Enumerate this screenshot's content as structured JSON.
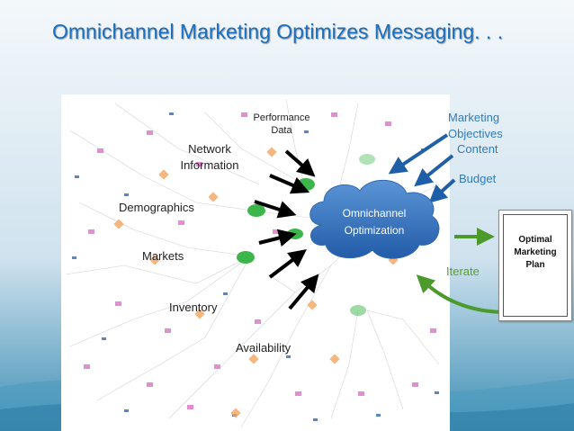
{
  "slide": {
    "title": "Omnichannel Marketing Optimizes Messaging. . ."
  },
  "inputs": {
    "performance_data": [
      "Performance",
      "Data"
    ],
    "network_information": [
      "Network",
      "Information"
    ],
    "demographics": "Demographics",
    "markets": "Markets",
    "inventory": "Inventory",
    "availability": "Availability"
  },
  "cloud": {
    "label": [
      "Omnichannel",
      "Optimization"
    ]
  },
  "external_inputs": {
    "marketing_objectives": [
      "Marketing",
      "Objectives"
    ],
    "content": "Content",
    "budget": "Budget"
  },
  "output": {
    "plan_label": [
      "Optimal",
      "Marketing",
      "Plan"
    ],
    "iterate_label": "Iterate"
  },
  "colors": {
    "title": "#1a6fbf",
    "cloud": "#2c6fbf",
    "blue_arrow": "#1f5fa8",
    "green_arrow": "#4d9a2c",
    "background_top": "#e9f1f8",
    "background_bottom": "#3f8fb5"
  }
}
